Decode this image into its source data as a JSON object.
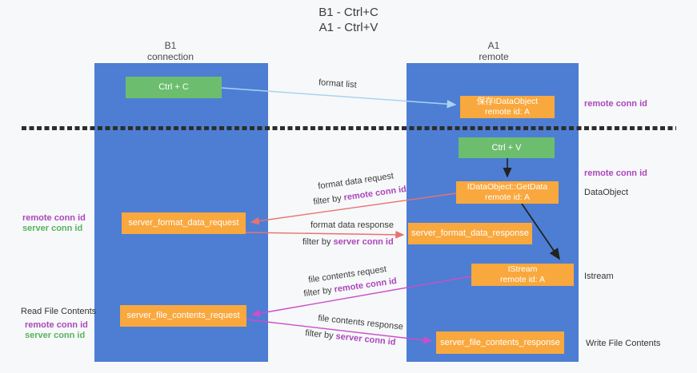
{
  "title": {
    "line1": "B1 - Ctrl+C",
    "line2": "A1 - Ctrl+V"
  },
  "lanes": {
    "left": {
      "name": "B1",
      "subtitle": "connection"
    },
    "right": {
      "name": "A1",
      "subtitle": "remote"
    }
  },
  "nodes": {
    "ctrl_c": {
      "label": "Ctrl + C"
    },
    "ctrl_v": {
      "label": "Ctrl + V"
    },
    "save_dataobject": {
      "line1": "保存IDataObject",
      "line2": "remote id: A"
    },
    "getdata": {
      "line1": "IDataObject::GetData",
      "line2": "remote id: A"
    },
    "istream": {
      "line1": "IStream",
      "line2": "remote id: A"
    },
    "server_format_data_request": {
      "label": "server_format_data_request"
    },
    "server_format_data_response": {
      "label": "server_format_data_response"
    },
    "server_file_contents_request": {
      "label": "server_file_contents_request"
    },
    "server_file_contents_response": {
      "label": "server_file_contents_response"
    }
  },
  "arrow_labels": {
    "format_list": "format list",
    "format_data_request": "format data request",
    "format_data_request_filter_prefix": "filter by ",
    "format_data_request_filter_key": "remote conn id",
    "format_data_response": "format data response",
    "format_data_response_filter_prefix": "filter by ",
    "format_data_response_filter_key": "server conn id",
    "file_contents_request": "file contents request",
    "file_contents_request_filter_prefix": "filter by ",
    "file_contents_request_filter_key": "remote conn id",
    "file_contents_response": "file contents response",
    "file_contents_response_filter_prefix": "filter by ",
    "file_contents_response_filter_key": "server conn id"
  },
  "side_labels": {
    "right_top_remote_conn_id": "remote conn id",
    "right_mid_remote_conn_id": "remote conn id",
    "dataobject": "DataObject",
    "istream": "Istream",
    "write_file_contents": "Write File Contents",
    "left_remote_conn_id_1": "remote conn id",
    "left_server_conn_id_1": "server conn id",
    "read_file_contents": "Read File Contents",
    "left_remote_conn_id_2": "remote conn id",
    "left_server_conn_id_2": "server conn id"
  },
  "colors": {
    "lane_blue": "#4d7ed3",
    "node_orange": "#f9a83e",
    "node_green": "#6cbe6e",
    "arrow_lightblue": "#a9d3f1",
    "arrow_red": "#e87272",
    "arrow_magenta": "#cb4ecb",
    "arrow_black": "#222222",
    "label_purple": "#ab47bc",
    "label_green": "#56b45c"
  }
}
